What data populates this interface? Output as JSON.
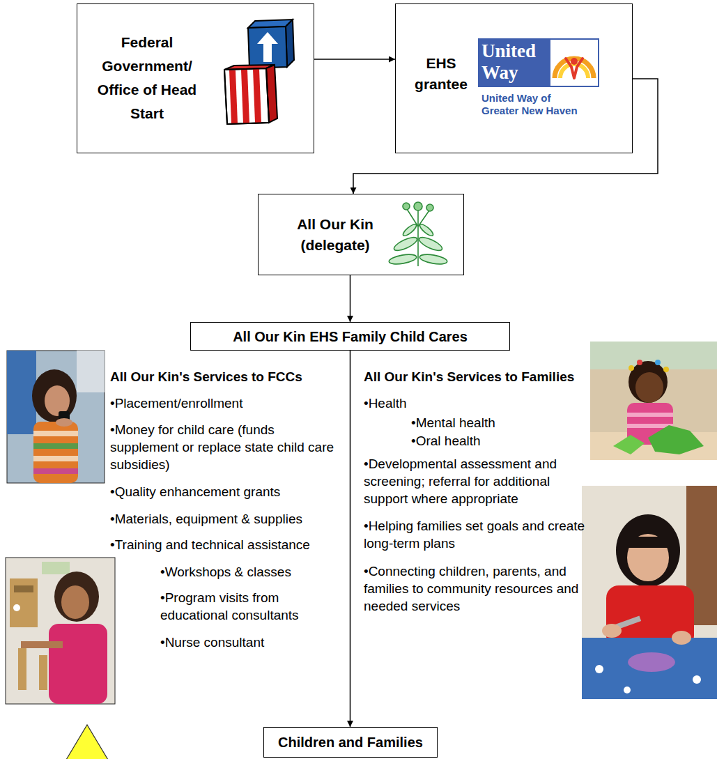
{
  "diagram": {
    "nodes": [
      {
        "text": [
          "Federal Government/ Office of Head Start"
        ]
      },
      {
        "text": [
          "EHS grantee",
          "United Way",
          "United Way of Greater New Haven"
        ]
      },
      {
        "text": [
          "All Our Kin (delegate)"
        ]
      },
      {
        "text": [
          "All Our Kin EHS Family Child Cares"
        ]
      },
      {
        "text": [
          "Children and Families"
        ]
      }
    ],
    "edges": [
      {
        "from": 0,
        "to": 1,
        "arrow": "to"
      },
      {
        "from": 1,
        "to": 2,
        "arrow": "to"
      },
      {
        "from": 2,
        "to": 3,
        "arrow": "to"
      },
      {
        "from": 3,
        "to": 4,
        "arrow": "to"
      }
    ],
    "labels": [
      "All Our Kin's Services to FCCs",
      "•Placement/enrollment",
      "•Money for child care (funds supplement or replace state child care subsidies)",
      "•Quality enhancement grants",
      "•Materials, equipment & supplies",
      "•Training and technical assistance",
      "•Workshops & classes",
      "•Program visits from educational consultants",
      "•Nurse consultant",
      "All Our Kin's Services to Families",
      "•Health",
      "•Mental health",
      "•Oral health",
      "•Developmental assessment and screening; referral for additional support where appropriate",
      "•Helping families set goals and create long-term plans",
      "•Connecting children, parents, and families to community resources and needed services"
    ]
  }
}
